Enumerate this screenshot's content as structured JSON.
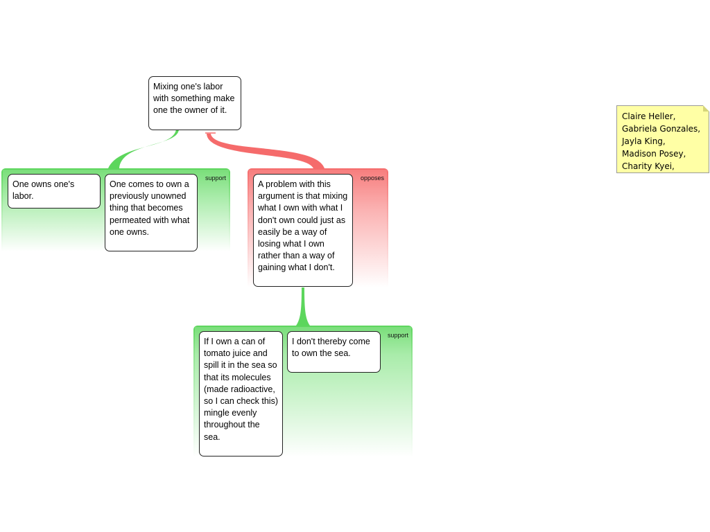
{
  "claim": "Mixing one's labor with something make one the owner of it.",
  "groups": {
    "support1": {
      "label": "support",
      "premises": [
        "One owns one's labor.",
        "One comes to own a previously unowned thing that becomes permeated with what one owns."
      ]
    },
    "opposes1": {
      "label": "opposes",
      "premises": [
        "A problem with this argument is that mixing what I own with what I don't own could just as easily be a way of losing what I own rather than a way of gaining what I don't."
      ]
    },
    "support2": {
      "label": "support",
      "premises": [
        "If I own a can of tomato juice and spill it in the sea so that its molecules (made radioactive, so I can check this) mingle evenly throughout the sea.",
        "I don't thereby come to own the sea."
      ]
    }
  },
  "note": {
    "lines": [
      "Claire Heller,",
      "Gabriela Gonzales,",
      "Jayla King,",
      "Madison Posey,",
      "Charity Kyei,"
    ]
  },
  "colors": {
    "support": "#5cd65c",
    "opposes": "#f56b6b",
    "note": "#ffffa5"
  }
}
